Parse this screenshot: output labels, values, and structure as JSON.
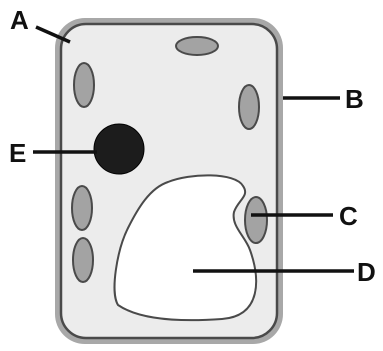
{
  "labels": {
    "a": "A",
    "b": "B",
    "c": "C",
    "d": "D",
    "e": "E"
  },
  "colors": {
    "cell_wall": "#a8a8a8",
    "cytoplasm": "#ececec",
    "outline": "#4a4a4a",
    "organelle_fill": "#a3a3a3",
    "nucleus": "#1c1c1c",
    "vacuole": "#ffffff",
    "leader_line": "#111111"
  }
}
